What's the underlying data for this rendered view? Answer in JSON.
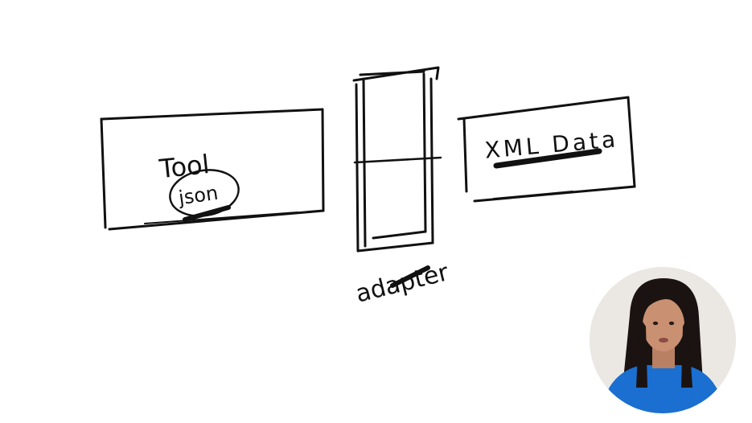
{
  "diagram": {
    "left_box": {
      "title": "Tool",
      "badge": "json"
    },
    "adapter": {
      "label": "adapter"
    },
    "right_box": {
      "title": "XML Data"
    }
  },
  "colors": {
    "ink": "#111111",
    "background": "#ffffff",
    "shirt": "#1a6fd1",
    "hair": "#1b1311",
    "skin": "#c99072"
  }
}
